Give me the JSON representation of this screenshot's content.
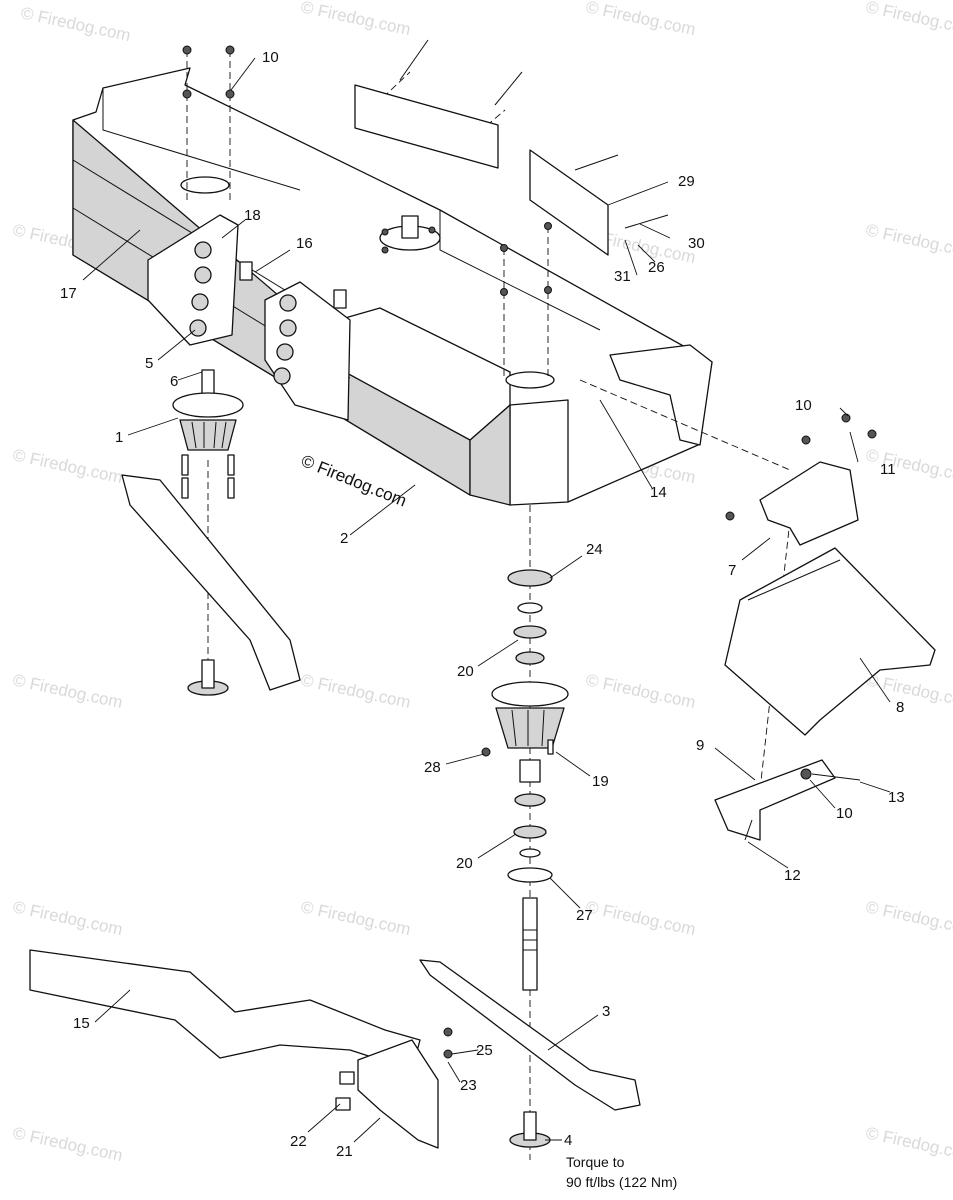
{
  "watermarks": [
    "© Firedog.com",
    "© Firedog.com",
    "© Firedog.com",
    "© Firedog.com",
    "© Firedog.com",
    "© Firedog.com",
    "© Firedog.com",
    "© Firedog.com",
    "© Firedog.com",
    "© Firedog.com",
    "© Firedog.com",
    "© Firedog.com",
    "© Firedog.com",
    "© Firedog.com",
    "© Firedog.com",
    "© Firedog.com",
    "© Firedog.com",
    "© Firedog.com",
    "© Firedog.com",
    "© Firedog.com"
  ],
  "copyright": "© Firedog.com",
  "callouts": [
    "10",
    "29",
    "30",
    "26",
    "31",
    "18",
    "16",
    "17",
    "5",
    "6",
    "1",
    "14",
    "2",
    "10",
    "11",
    "7",
    "24",
    "20",
    "28",
    "19",
    "8",
    "9",
    "10",
    "13",
    "12",
    "20",
    "27",
    "15",
    "3",
    "25",
    "23",
    "22",
    "21",
    "4"
  ],
  "torque_note": [
    "Torque to",
    "90 ft/lbs (122 Nm)"
  ]
}
